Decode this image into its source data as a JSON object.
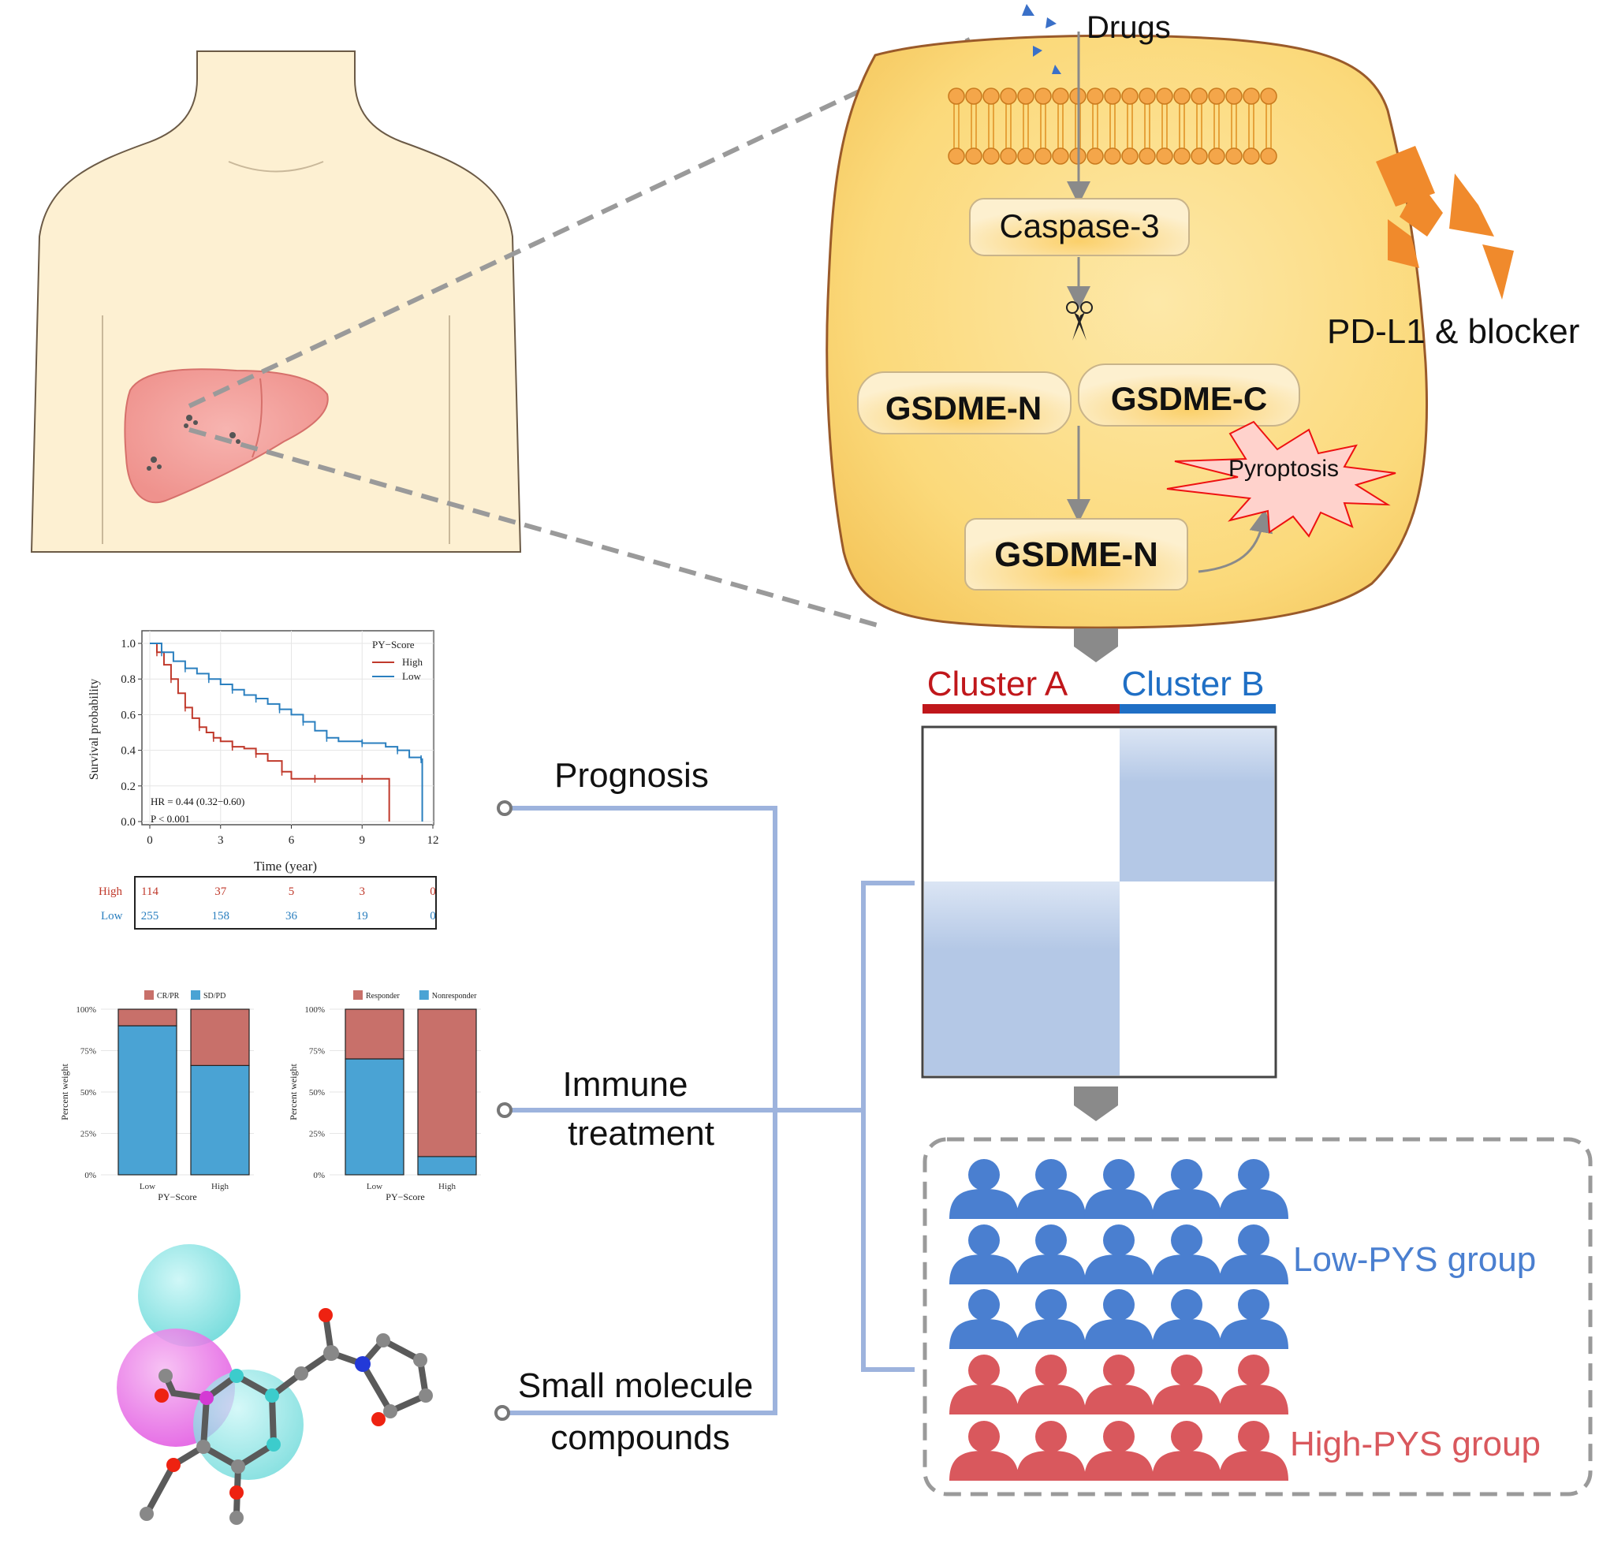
{
  "cell": {
    "drugs": "Drugs",
    "caspase": "Caspase-3",
    "gsdme_n_left": "GSDME-N",
    "gsdme_c": "GSDME-C",
    "gsdme_n_bottom": "GSDME-N",
    "pyroptosis": "Pyroptosis",
    "pdl1": "PD-L1 & blocker"
  },
  "clusters": {
    "a": "Cluster A",
    "b": "Cluster B",
    "a_color": "#c0171b",
    "b_color": "#1f6fc5"
  },
  "groups": {
    "low": "Low-PYS group",
    "high": "High-PYS group",
    "low_color": "#4a7fd0",
    "high_color": "#d9585d",
    "low_rows": 3,
    "high_rows": 2,
    "per_row": 5
  },
  "links": {
    "prognosis": "Prognosis",
    "immune_1": "Immune",
    "immune_2": "treatment",
    "small_1": "Small molecule",
    "small_2": "compounds"
  },
  "chart_data": [
    {
      "type": "line",
      "legend_title": "PY−Score",
      "series": [
        {
          "name": "High",
          "color": "#c0392b",
          "x": [
            0,
            0.3,
            0.6,
            0.9,
            1.2,
            1.5,
            1.8,
            2.1,
            2.4,
            2.7,
            3.0,
            3.5,
            4.0,
            4.5,
            5.0,
            5.6,
            6.0,
            7.0,
            8.0,
            9.0,
            10.1,
            10.15
          ],
          "y": [
            1.0,
            0.95,
            0.88,
            0.8,
            0.72,
            0.64,
            0.58,
            0.53,
            0.5,
            0.47,
            0.45,
            0.42,
            0.41,
            0.38,
            0.34,
            0.28,
            0.24,
            0.24,
            0.24,
            0.24,
            0.24,
            0.0
          ]
        },
        {
          "name": "Low",
          "color": "#2a7fbf",
          "x": [
            0,
            0.5,
            1.0,
            1.5,
            2.0,
            2.5,
            3.0,
            3.5,
            4.0,
            4.5,
            5.0,
            5.5,
            6.0,
            6.5,
            7.0,
            7.5,
            8.0,
            9.0,
            10.0,
            10.5,
            11.0,
            11.5,
            11.55
          ],
          "y": [
            1.0,
            0.95,
            0.9,
            0.86,
            0.83,
            0.8,
            0.77,
            0.74,
            0.71,
            0.69,
            0.66,
            0.63,
            0.6,
            0.56,
            0.51,
            0.47,
            0.45,
            0.44,
            0.42,
            0.4,
            0.36,
            0.35,
            0.0
          ]
        }
      ],
      "xlabel": "Time (year)",
      "ylabel": "Survival probability",
      "xticks": [
        0,
        3,
        6,
        9,
        12
      ],
      "yticks": [
        "0.0",
        "0.2",
        "0.4",
        "0.6",
        "0.8",
        "1.0"
      ],
      "xlim": [
        0,
        12
      ],
      "ylim": [
        0,
        1
      ],
      "annotations": [
        "HR = 0.44 (0.32−0.60)",
        "P < 0.001"
      ],
      "risk_table": {
        "rows": [
          {
            "label": "High",
            "values": [
              "114",
              "37",
              "5",
              "3",
              "0"
            ],
            "color": "#c0392b"
          },
          {
            "label": "Low",
            "values": [
              "255",
              "158",
              "36",
              "19",
              "0"
            ],
            "color": "#2a7fbf"
          }
        ]
      }
    },
    {
      "type": "bar",
      "stacked": true,
      "legend": [
        {
          "name": "CR/PR",
          "color": "#c8706a"
        },
        {
          "name": "SD/PD",
          "color": "#4aa3d4"
        }
      ],
      "categories": [
        "Low",
        "High"
      ],
      "series": [
        {
          "name": "SD/PD",
          "values": [
            0.9,
            0.66
          ]
        },
        {
          "name": "CR/PR",
          "values": [
            0.1,
            0.34
          ]
        }
      ],
      "xlabel": "PY−Score",
      "ylabel": "Percent weight",
      "yticks": [
        "0%",
        "25%",
        "50%",
        "75%",
        "100%"
      ],
      "ylim": [
        0,
        1
      ]
    },
    {
      "type": "bar",
      "stacked": true,
      "legend": [
        {
          "name": "Responder",
          "color": "#c8706a"
        },
        {
          "name": "Nonresponder",
          "color": "#4aa3d4"
        }
      ],
      "categories": [
        "Low",
        "High"
      ],
      "series": [
        {
          "name": "Nonresponder",
          "values": [
            0.7,
            0.11
          ]
        },
        {
          "name": "Responder",
          "values": [
            0.3,
            0.89
          ]
        }
      ],
      "xlabel": "PY−Score",
      "ylabel": "Percent weight",
      "yticks": [
        "0%",
        "25%",
        "50%",
        "75%",
        "100%"
      ],
      "ylim": [
        0,
        1
      ]
    }
  ]
}
